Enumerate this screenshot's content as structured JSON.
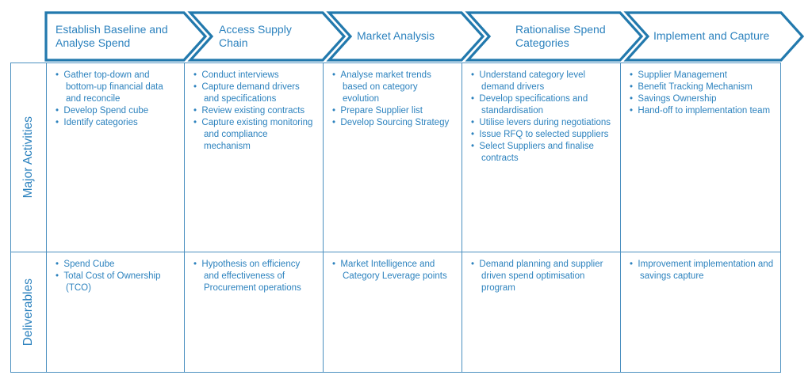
{
  "colors": {
    "accent_border": "#2279AD",
    "text_blue": "#2C82BE",
    "grid_line": "#4C90C0"
  },
  "diagram": {
    "row_labels": [
      "Major Activities",
      "Deliverables"
    ],
    "phases": [
      {
        "label": "Establish Baseline and Analyse Spend",
        "activities": [
          "Gather top-down and bottom-up financial data and reconcile",
          "Develop Spend cube",
          "Identify categories"
        ],
        "deliverables": [
          "Spend Cube",
          "Total Cost of Ownership (TCO)"
        ]
      },
      {
        "label": "Access Supply Chain",
        "activities": [
          "Conduct interviews",
          "Capture demand drivers and specifications",
          "Review existing contracts",
          "Capture existing monitoring and compliance mechanism"
        ],
        "deliverables": [
          "Hypothesis on efficiency and effectiveness of Procurement operations"
        ]
      },
      {
        "label": "Market Analysis",
        "activities": [
          "Analyse market trends based on category evolution",
          "Prepare Supplier list",
          "Develop Sourcing Strategy"
        ],
        "deliverables": [
          "Market Intelligence and Category Leverage points"
        ]
      },
      {
        "label": "Rationalise Spend Categories",
        "activities": [
          "Understand category level demand drivers",
          "Develop specifications and standardisation",
          "Utilise levers during negotiations",
          "Issue RFQ to selected suppliers",
          "Select Suppliers and finalise contracts"
        ],
        "deliverables": [
          "Demand planning and supplier driven spend optimisation program"
        ]
      },
      {
        "label": "Implement and Capture",
        "activities": [
          "Supplier Management",
          "Benefit Tracking Mechanism",
          "Savings Ownership",
          "Hand-off to implementation team"
        ],
        "deliverables": [
          "Improvement implementation and savings capture"
        ]
      }
    ]
  }
}
